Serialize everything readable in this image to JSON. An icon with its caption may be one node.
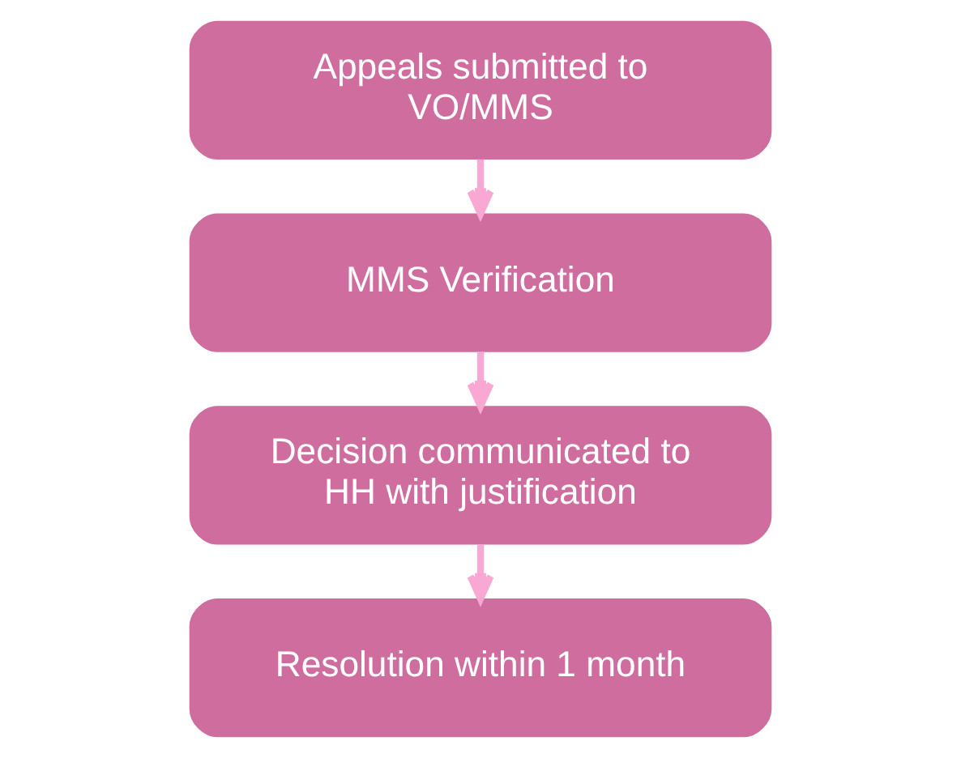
{
  "diagram": {
    "nodes": [
      {
        "text": [
          "Appeals submitted to VO/MMS"
        ]
      },
      {
        "text": [
          "MMS Verification"
        ]
      },
      {
        "text": [
          "Decision communicated to HH with justification"
        ]
      },
      {
        "text": [
          "Resolution within 1 month"
        ]
      }
    ],
    "edges": [
      {
        "from": 0,
        "to": 1,
        "arrow": "to"
      },
      {
        "from": 1,
        "to": 2,
        "arrow": "to"
      },
      {
        "from": 2,
        "to": 3,
        "arrow": "to"
      }
    ]
  }
}
